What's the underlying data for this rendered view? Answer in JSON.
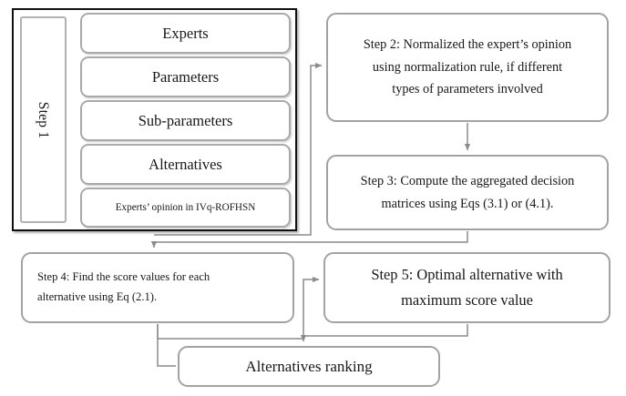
{
  "diagram": {
    "title": "Algorithm flowchart",
    "colors": {
      "box_border": "#a3a3a3",
      "outer_border": "#111111",
      "connector": "#8c8c8c",
      "text": "#17171c",
      "background": "#ffffff"
    }
  },
  "step1": {
    "label": "Step 1",
    "items": [
      {
        "label": "Experts"
      },
      {
        "label": "Parameters"
      },
      {
        "label": "Sub-parameters"
      },
      {
        "label": "Alternatives"
      },
      {
        "label": "Experts’ opinion in IVq-ROFHSN"
      }
    ]
  },
  "step2": {
    "lines": [
      "Step 2: Normalized the expert’s opinion",
      "using normalization rule, if different",
      "types of parameters involved"
    ]
  },
  "step3": {
    "lines": [
      "Step 3: Compute the aggregated decision",
      "matrices using Eqs (3.1) or (4.1)."
    ]
  },
  "step4": {
    "lines": [
      "Step 4: Find the score values for each",
      "alternative using Eq (2.1)."
    ]
  },
  "step5": {
    "lines": [
      "Step 5: Optimal alternative with",
      "maximum score value"
    ]
  },
  "ranking": {
    "label": "Alternatives ranking"
  },
  "connectors": [
    {
      "name": "step1-to-step2",
      "from": "step1-container",
      "to": "step2",
      "arrow": true
    },
    {
      "name": "step2-to-step3",
      "from": "step2",
      "to": "step3",
      "arrow": true
    },
    {
      "name": "step3-to-step4",
      "from": "step3",
      "to": "step4",
      "arrow": true
    },
    {
      "name": "step4-to-step5",
      "from": "step4",
      "to": "step5",
      "arrow": true
    },
    {
      "name": "step5-to-ranking",
      "from": "step5",
      "to": "ranking",
      "arrow": true
    },
    {
      "name": "step4-to-ranking",
      "from": "step4",
      "to": "ranking",
      "arrow": false
    }
  ]
}
